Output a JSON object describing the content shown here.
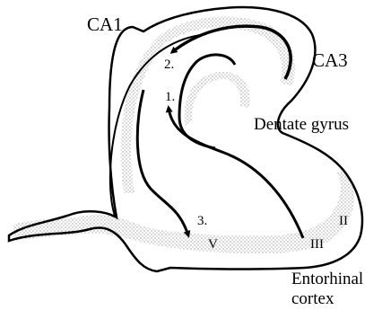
{
  "diagram": {
    "regions": {
      "ca1": "CA1",
      "ca3": "CA3",
      "dentate_gyrus": "Dentate gyrus",
      "entorhinal_line1": "Entorhinal",
      "entorhinal_line2": "cortex"
    },
    "layers": {
      "layer2": "II",
      "layer3": "III",
      "layer5": "V"
    },
    "steps": {
      "step1": "1.",
      "step2": "2.",
      "step3": "3."
    }
  }
}
